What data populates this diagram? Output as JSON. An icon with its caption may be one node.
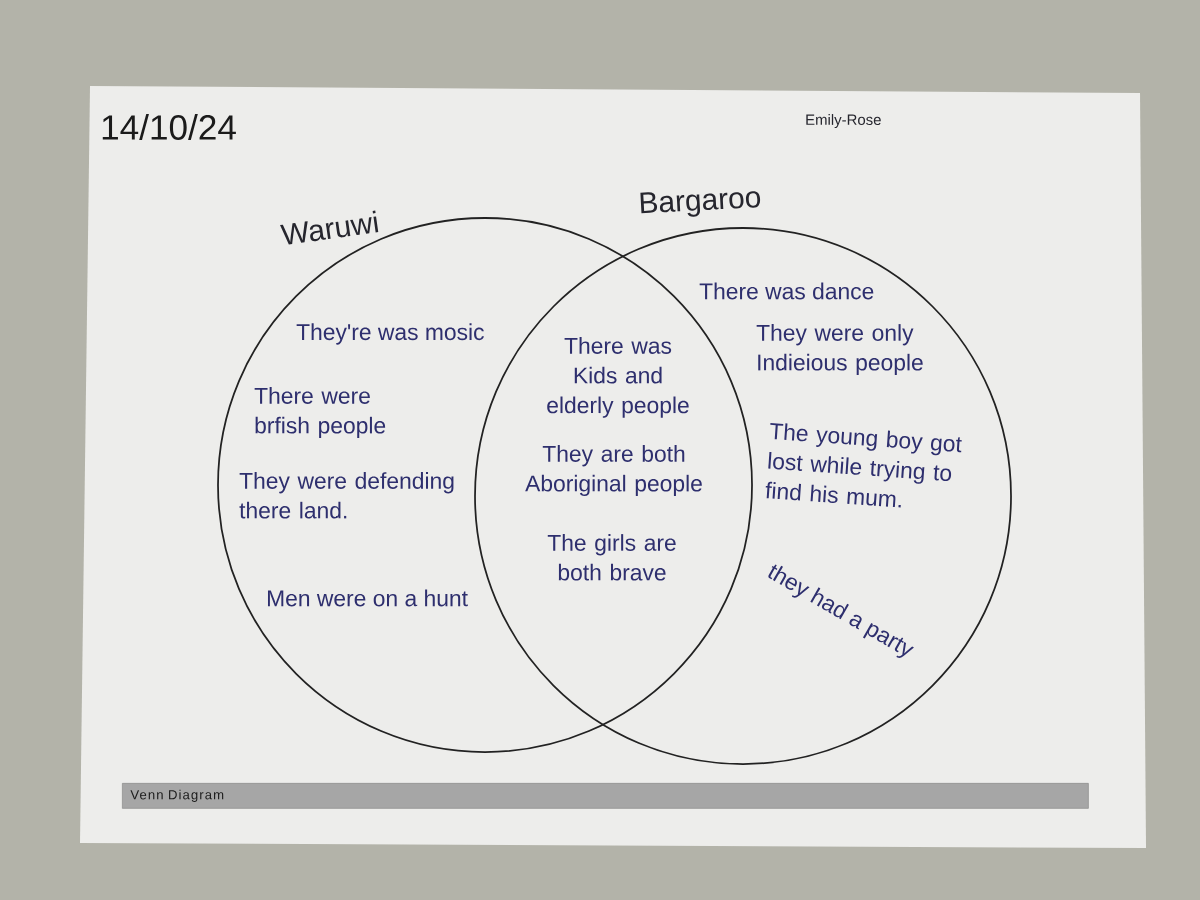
{
  "diagram": {
    "nodes": [
      {
        "text": [
          "Waruwi",
          "They're was mosic",
          "There were brfish people",
          "They were defending there land.",
          "Men were on a hunt"
        ]
      },
      {
        "text": [
          "Bargaroo",
          "There was dance",
          "They were only Indieious people",
          "The young boy got lost while trying to find his mum.",
          "they had a party"
        ]
      },
      {
        "text": [
          "Venn Diagram"
        ]
      }
    ],
    "labels": [
      "14/10/24",
      "Emily-Rose",
      "There was Kids and elderly people",
      "They are both Aboriginal people",
      "The girls are both brave"
    ]
  }
}
